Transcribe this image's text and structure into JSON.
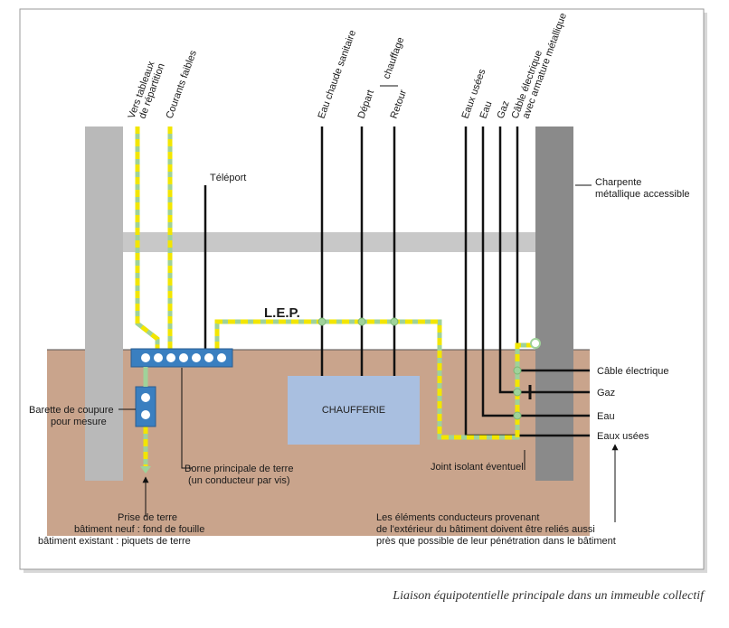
{
  "caption": "Liaison équipotentielle principale dans un immeuble collectif",
  "labels": {
    "vers_tableaux_1": "Vers tableaux",
    "vers_tableaux_2": "de répartition",
    "courants_faibles": "Courants faibles",
    "eau_chaude": "Eau chaude sanitaire",
    "chauffage": "chauffage",
    "depart": "Départ",
    "retour": "Retour",
    "eaux_usees_top": "Eaux usées",
    "eau_top": "Eau",
    "gaz_top": "Gaz",
    "cable_top_1": "Câble électrique",
    "cable_top_2": "avec armature métallique",
    "teleport": "Téléport",
    "charpente_1": "Charpente",
    "charpente_2": "métallique accessible",
    "lep": "L.E.P.",
    "chaufferie": "CHAUFFERIE",
    "cable_right": "Câble électrique",
    "gaz_right": "Gaz",
    "eau_right": "Eau",
    "eaux_usees_right": "Eaux usées",
    "barette_1": "Barette de coupure",
    "barette_2": "pour mesure",
    "borne_1": "Borne principale de terre",
    "borne_2": "(un conducteur par vis)",
    "joint": "Joint isolant éventuel",
    "prise_1": "Prise de terre",
    "prise_2": "bâtiment neuf : fond de fouille",
    "prise_3": "bâtiment existant : piquets de terre",
    "elements_1": "Les éléments conducteurs provenant",
    "elements_2": "de l'extérieur du bâtiment doivent être reliés aussi",
    "elements_3": "près que possible de leur pénétration dans le bâtiment"
  },
  "colors": {
    "ground": "#c9a48c",
    "wall": "#b9b9b9",
    "dark_wall": "#8a8a8a",
    "terminal_bar": "#3a7fc0",
    "chaufferie": "#a9bfe0",
    "conductor_yellow": "#f2e600",
    "conductor_green": "#9fd29a",
    "pipe": "#111111"
  }
}
